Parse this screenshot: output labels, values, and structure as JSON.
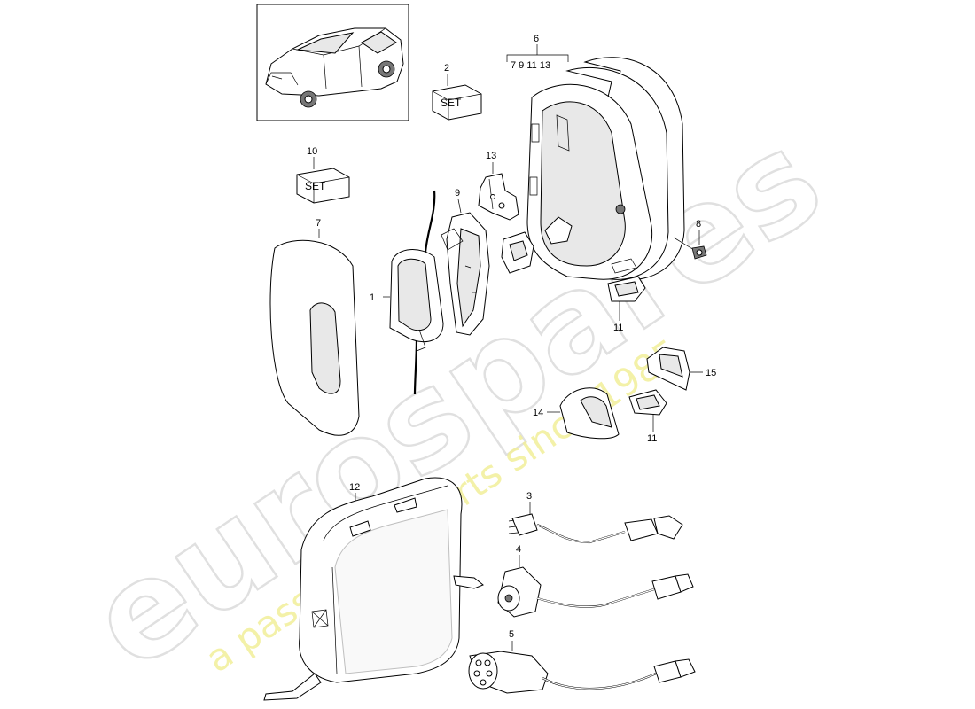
{
  "diagram": {
    "callouts": {
      "p1": "1",
      "p2": "2",
      "p3": "3",
      "p4": "4",
      "p5": "5",
      "p6": "6",
      "p6_sub": "7 9 11 13",
      "p7": "7",
      "p8": "8",
      "p9": "9",
      "p10": "10",
      "p11_a": "11",
      "p11_b": "11",
      "p12": "12",
      "p13": "13",
      "p14": "14",
      "p15": "15"
    },
    "set_label_2": "SET",
    "set_label_10": "SET"
  },
  "watermark": {
    "brand": "eurospares",
    "tagline": "a passion for parts since 1985"
  },
  "colors": {
    "line": "#000000",
    "watermark_brand": "#d6d6d6",
    "watermark_tagline": "#f2ef9a"
  }
}
